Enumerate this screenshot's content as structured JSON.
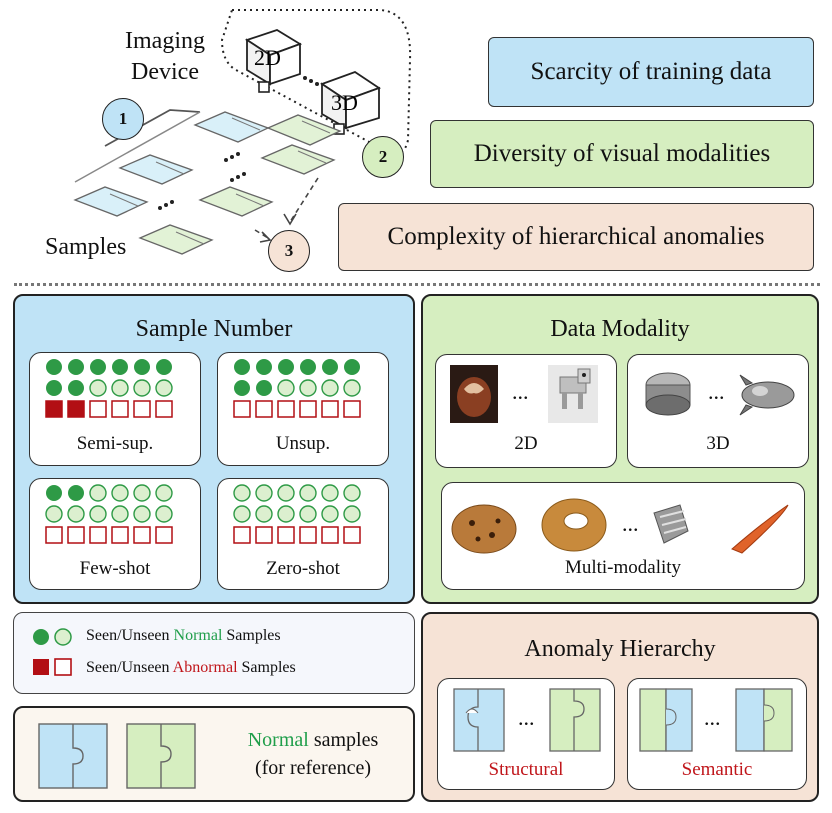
{
  "pipeline": {
    "imaging_device": [
      "Imaging",
      "Device"
    ],
    "samples_label": "Samples",
    "camera_2d": "2D",
    "camera_3d": "3D",
    "steps": [
      "1",
      "2",
      "3"
    ]
  },
  "challenges": [
    {
      "text": "Scarcity of training data",
      "color": "#bfe3f6"
    },
    {
      "text": "Diversity of visual modalities",
      "color": "#d6eec0"
    },
    {
      "text": "Complexity of hierarchical anomalies",
      "color": "#f6e3d6"
    }
  ],
  "sample_number": {
    "title": "Sample Number",
    "cards": [
      {
        "label": "Semi-sup."
      },
      {
        "label": "Unsup."
      },
      {
        "label": "Few-shot"
      },
      {
        "label": "Zero-shot"
      }
    ]
  },
  "data_modality": {
    "title": "Data Modality",
    "cards": [
      {
        "label": "2D"
      },
      {
        "label": "3D"
      },
      {
        "label": "Multi-modality"
      }
    ],
    "ellipsis": "..."
  },
  "legend": {
    "row1": {
      "prefix": "Seen/Unseen ",
      "highlight": "Normal",
      "suffix": " Samples"
    },
    "row2": {
      "prefix": "Seen/Unseen ",
      "highlight": "Abnormal",
      "suffix": " Samples"
    }
  },
  "reference": {
    "highlight": "Normal",
    "line1_suffix": " samples",
    "line2": "(for reference)"
  },
  "anomaly_hierarchy": {
    "title": "Anomaly Hierarchy",
    "cards": [
      {
        "label": "Structural"
      },
      {
        "label": "Semantic"
      }
    ],
    "ellipsis": "..."
  },
  "colors": {
    "blue_fill": "#bfe3f6",
    "green_fill": "#d6eec0",
    "peach_fill": "#f6e3d6",
    "dot_green": "#2e9a46",
    "dot_green_light": "#dcefcf",
    "square_red": "#b20f14"
  }
}
